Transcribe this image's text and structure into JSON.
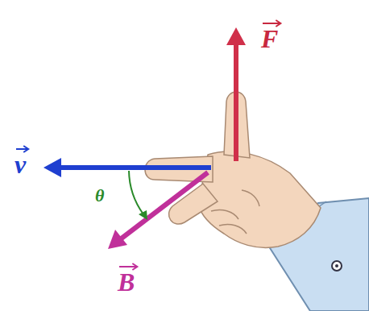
{
  "diagram": {
    "labels": [
      "F",
      "v",
      "θ",
      "B"
    ]
  }
}
